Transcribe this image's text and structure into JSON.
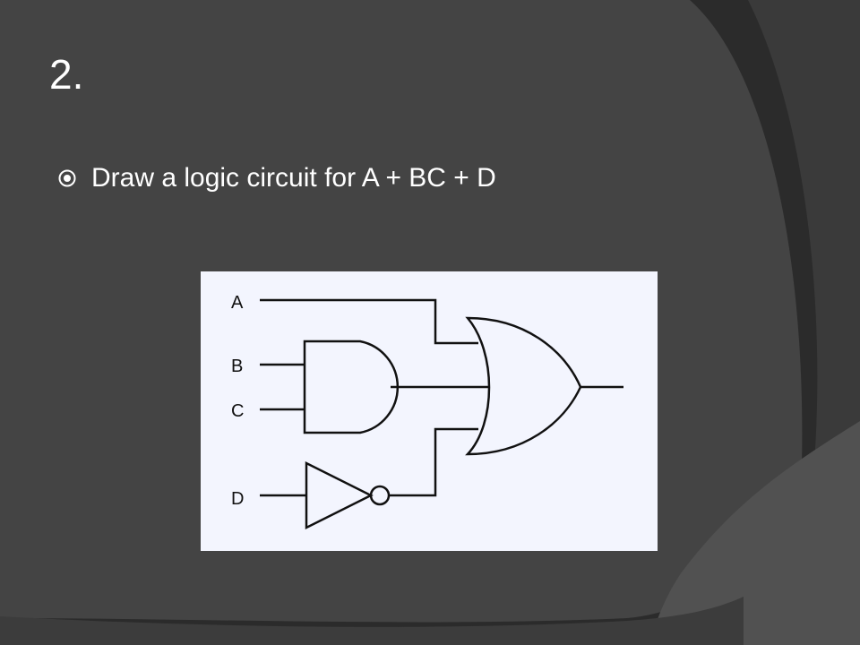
{
  "slide": {
    "title": "2.",
    "bullet_text": "Draw a logic circuit for A + BC + D"
  },
  "colors": {
    "background": "#2b2b2b",
    "swirl_band": "#454545",
    "text": "#ffffff",
    "diagram_background": "#f3f5fe",
    "diagram_lines": "#111111"
  },
  "icons": {
    "bullet": "circled-dot-icon"
  },
  "diagram": {
    "inputs": [
      {
        "label": "A"
      },
      {
        "label": "B"
      },
      {
        "label": "C"
      },
      {
        "label": "D"
      }
    ],
    "gates": [
      "AND",
      "NOT",
      "OR"
    ]
  }
}
